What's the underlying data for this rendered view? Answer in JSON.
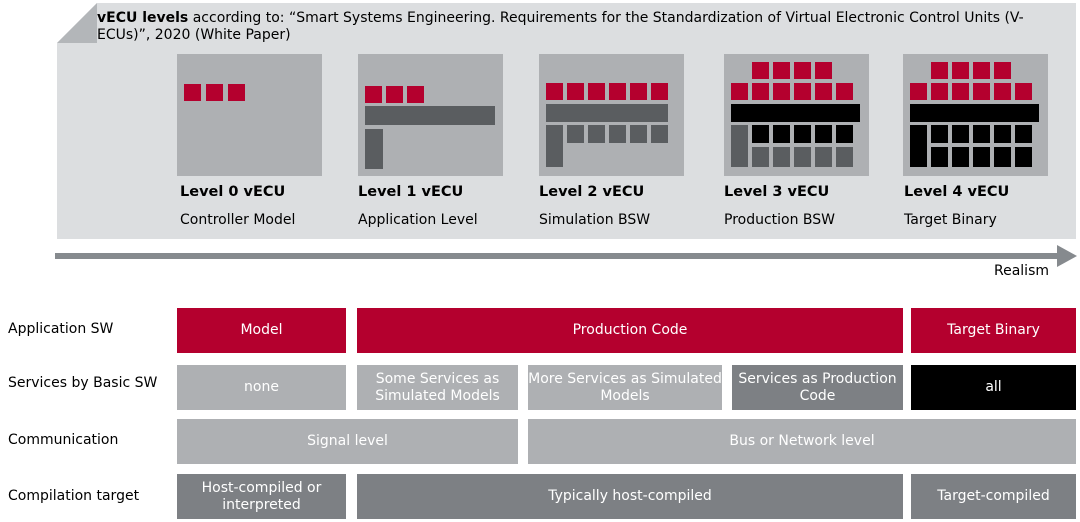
{
  "header": {
    "title_bold": "vECU levels",
    "title_rest": " according to: “Smart Systems Engineering. Requirements for the Standardization of Virtual Electronic Control Units (V-ECUs)”, 2020 (White Paper)"
  },
  "levels": [
    {
      "title": "Level 0 vECU",
      "subtitle": "Controller Model"
    },
    {
      "title": "Level 1 vECU",
      "subtitle": "Application Level"
    },
    {
      "title": "Level 2 vECU",
      "subtitle": "Simulation BSW"
    },
    {
      "title": "Level 3 vECU",
      "subtitle": "Production BSW"
    },
    {
      "title": "Level 4 vECU",
      "subtitle": "Target Binary"
    }
  ],
  "axis": {
    "label": "Realism"
  },
  "rows": [
    {
      "label": "Application SW",
      "cells": [
        "Model",
        "Production Code",
        "Target Binary"
      ]
    },
    {
      "label": "Services by Basic SW",
      "cells": [
        "none",
        "Some Services as Simulated Models",
        "More Services as Simulated Models",
        "Services as Production Code",
        "all"
      ]
    },
    {
      "label": "Communication",
      "cells": [
        "Signal level",
        "Bus or Network level"
      ]
    },
    {
      "label": "Compilation target",
      "cells": [
        "Host-compiled or interpreted",
        "Typically host-compiled",
        "Target-compiled"
      ]
    }
  ],
  "colors": {
    "red": "#b4002e",
    "light_gray": "#aeb0b3",
    "mid_gray": "#7d8084",
    "dark_gray": "#5a5d60",
    "black": "#000000",
    "panel": "#dcdee0"
  }
}
